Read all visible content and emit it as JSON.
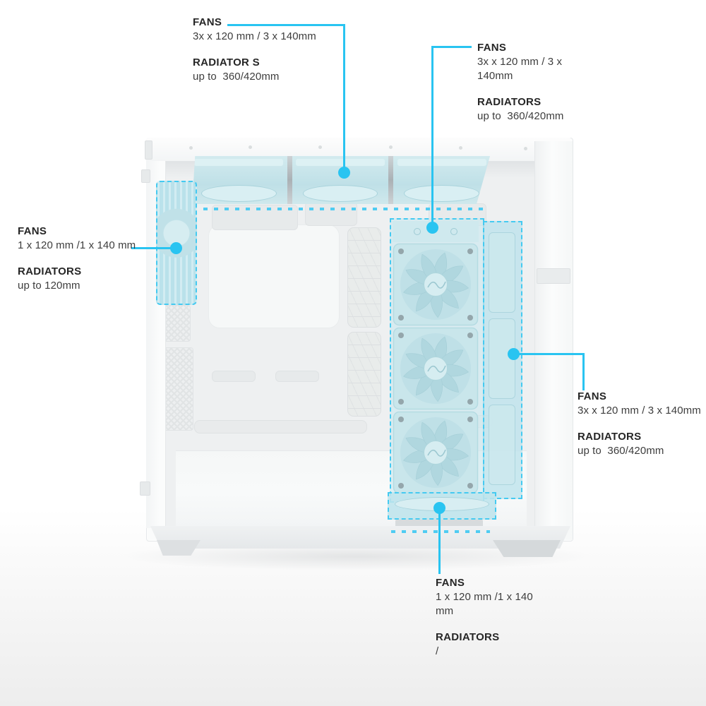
{
  "colors": {
    "accent": "#29C4F1",
    "highlight_fill": "#BFE0E7",
    "highlight_border": "#45CAF1",
    "label_text": "#262626",
    "value_text": "#3D3D3D",
    "case_body": "#FAFBFB"
  },
  "callouts": {
    "top_left": {
      "fans_label": "FANS",
      "fans_value": "3x x 120 mm / 3 x 140mm",
      "radiators_label": "RADIATOR S",
      "radiators_value": "up to  360/420mm"
    },
    "top_right": {
      "fans_label": "FANS",
      "fans_value_line1": "3x x 120 mm / 3 x",
      "fans_value_line2": "140mm",
      "radiators_label": "RADIATORS",
      "radiators_value": "up to  360/420mm"
    },
    "left": {
      "fans_label": "FANS",
      "fans_value": "1 x 120 mm /1 x 140 mm",
      "radiators_label": "RADIATORS",
      "radiators_value": "up to 120mm"
    },
    "right": {
      "fans_label": "FANS",
      "fans_value": "3x x 120 mm / 3 x 140mm",
      "radiators_label": "RADIATORS",
      "radiators_value": "up to  360/420mm"
    },
    "bottom": {
      "fans_label": "FANS",
      "fans_value_line1": "1 x 120 mm /1 x 140",
      "fans_value_line2": "mm",
      "radiators_label": "RADIATORS",
      "radiators_value": "/"
    }
  }
}
